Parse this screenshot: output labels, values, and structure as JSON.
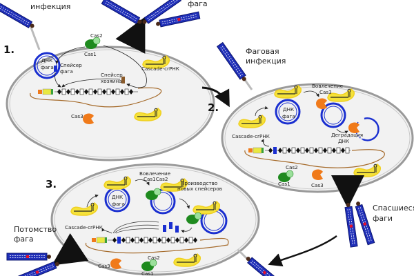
{
  "title": "CRISPR-Cas adaptive immunity against bacteriophage",
  "colors": {
    "phage_capsid": "#1f2fb8",
    "phage_dna": "#ffffff",
    "phage_mutation": "#e8102a",
    "cell_fill": "#f2f2f2",
    "cell_border": "#9a9a9a",
    "dna_strand": "#a56a2a",
    "cas1": "#1e8a1e",
    "cas2": "#9be09b",
    "cas3": "#f07a1a",
    "cascade": "#f5e23a",
    "phage_spacer": "#1a2fd0",
    "host_spacer": "#8a5a2a",
    "arrow": "#111111",
    "exit_arrow": "#666666"
  },
  "outside_labels": {
    "top_left_infection": "инфекция",
    "top_right_phage": "фага",
    "phage_infection_line1": "Фаговая",
    "phage_infection_line2": "инфекция",
    "survived_phages_line1": "Спасшиеся",
    "survived_phages_line2": "фаги",
    "phage_progeny_line1": "Потомство",
    "phage_progeny_line2": "фага"
  },
  "steps": [
    {
      "number": "1.",
      "labels": {
        "cas2": "Cas2",
        "cas1": "Cas1",
        "phage_dna_line1": "ДНК",
        "phage_dna_line2": "фага",
        "phage_spacer_line1": "Спейсер",
        "phage_spacer_line2": "фага",
        "host_spacer_line1": "Спейсер",
        "host_spacer_line2": "хозяина",
        "cascade": "Cascade-crРНК",
        "cas3": "Cas3"
      }
    },
    {
      "number": "2.",
      "labels": {
        "recruit_line1": "Вовлечение",
        "recruit_line2": "Cas3",
        "phage_dna_line1": "ДНК",
        "phage_dna_line2": "фага",
        "cascade": "Cascade-crРНК",
        "degradation_line1": "Деградация",
        "degradation_line2": "ДНК",
        "cas2": "Cas2",
        "cas1": "Cas1",
        "cas3": "Cas3"
      }
    },
    {
      "number": "3.",
      "labels": {
        "recruit_line1": "Вовлечение",
        "recruit_line2": "Cas1Cas2",
        "production_line1": "Производство",
        "production_line2": "новых спейсеров",
        "phage_dna_line1": "ДНК",
        "phage_dna_line2": "фага",
        "cascade": "Cascade-crРНК",
        "cas3": "Cas3",
        "cas2": "Cas2",
        "cas1": "Cas1"
      }
    }
  ]
}
